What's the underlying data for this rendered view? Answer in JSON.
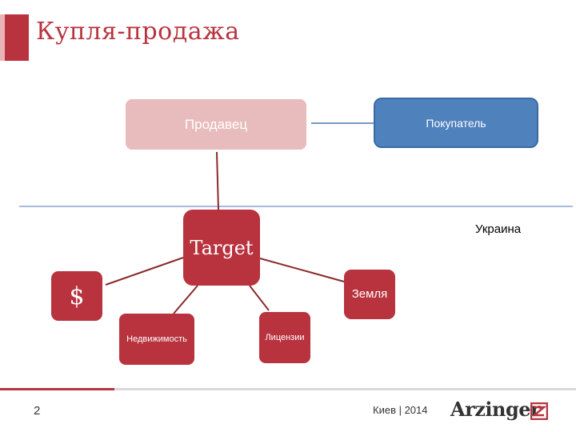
{
  "slide": {
    "title": "Купля-продажа",
    "page_number": "2",
    "footer": "Киев | 2014",
    "logo": "Arzinger"
  },
  "diagram": {
    "seller": "Продавец",
    "buyer": "Покупатель",
    "target": "Target",
    "region_label": "Украина",
    "assets": {
      "money": "$",
      "land": "Земля",
      "real_estate": "Недвижимость",
      "licenses": "Лицензии"
    }
  },
  "colors": {
    "accent": "#b8333e",
    "seller_fill": "#e8bcbc",
    "buyer_fill": "#4f81bd",
    "connector": "#8b2a2a",
    "divider": "#4a7ab0"
  }
}
